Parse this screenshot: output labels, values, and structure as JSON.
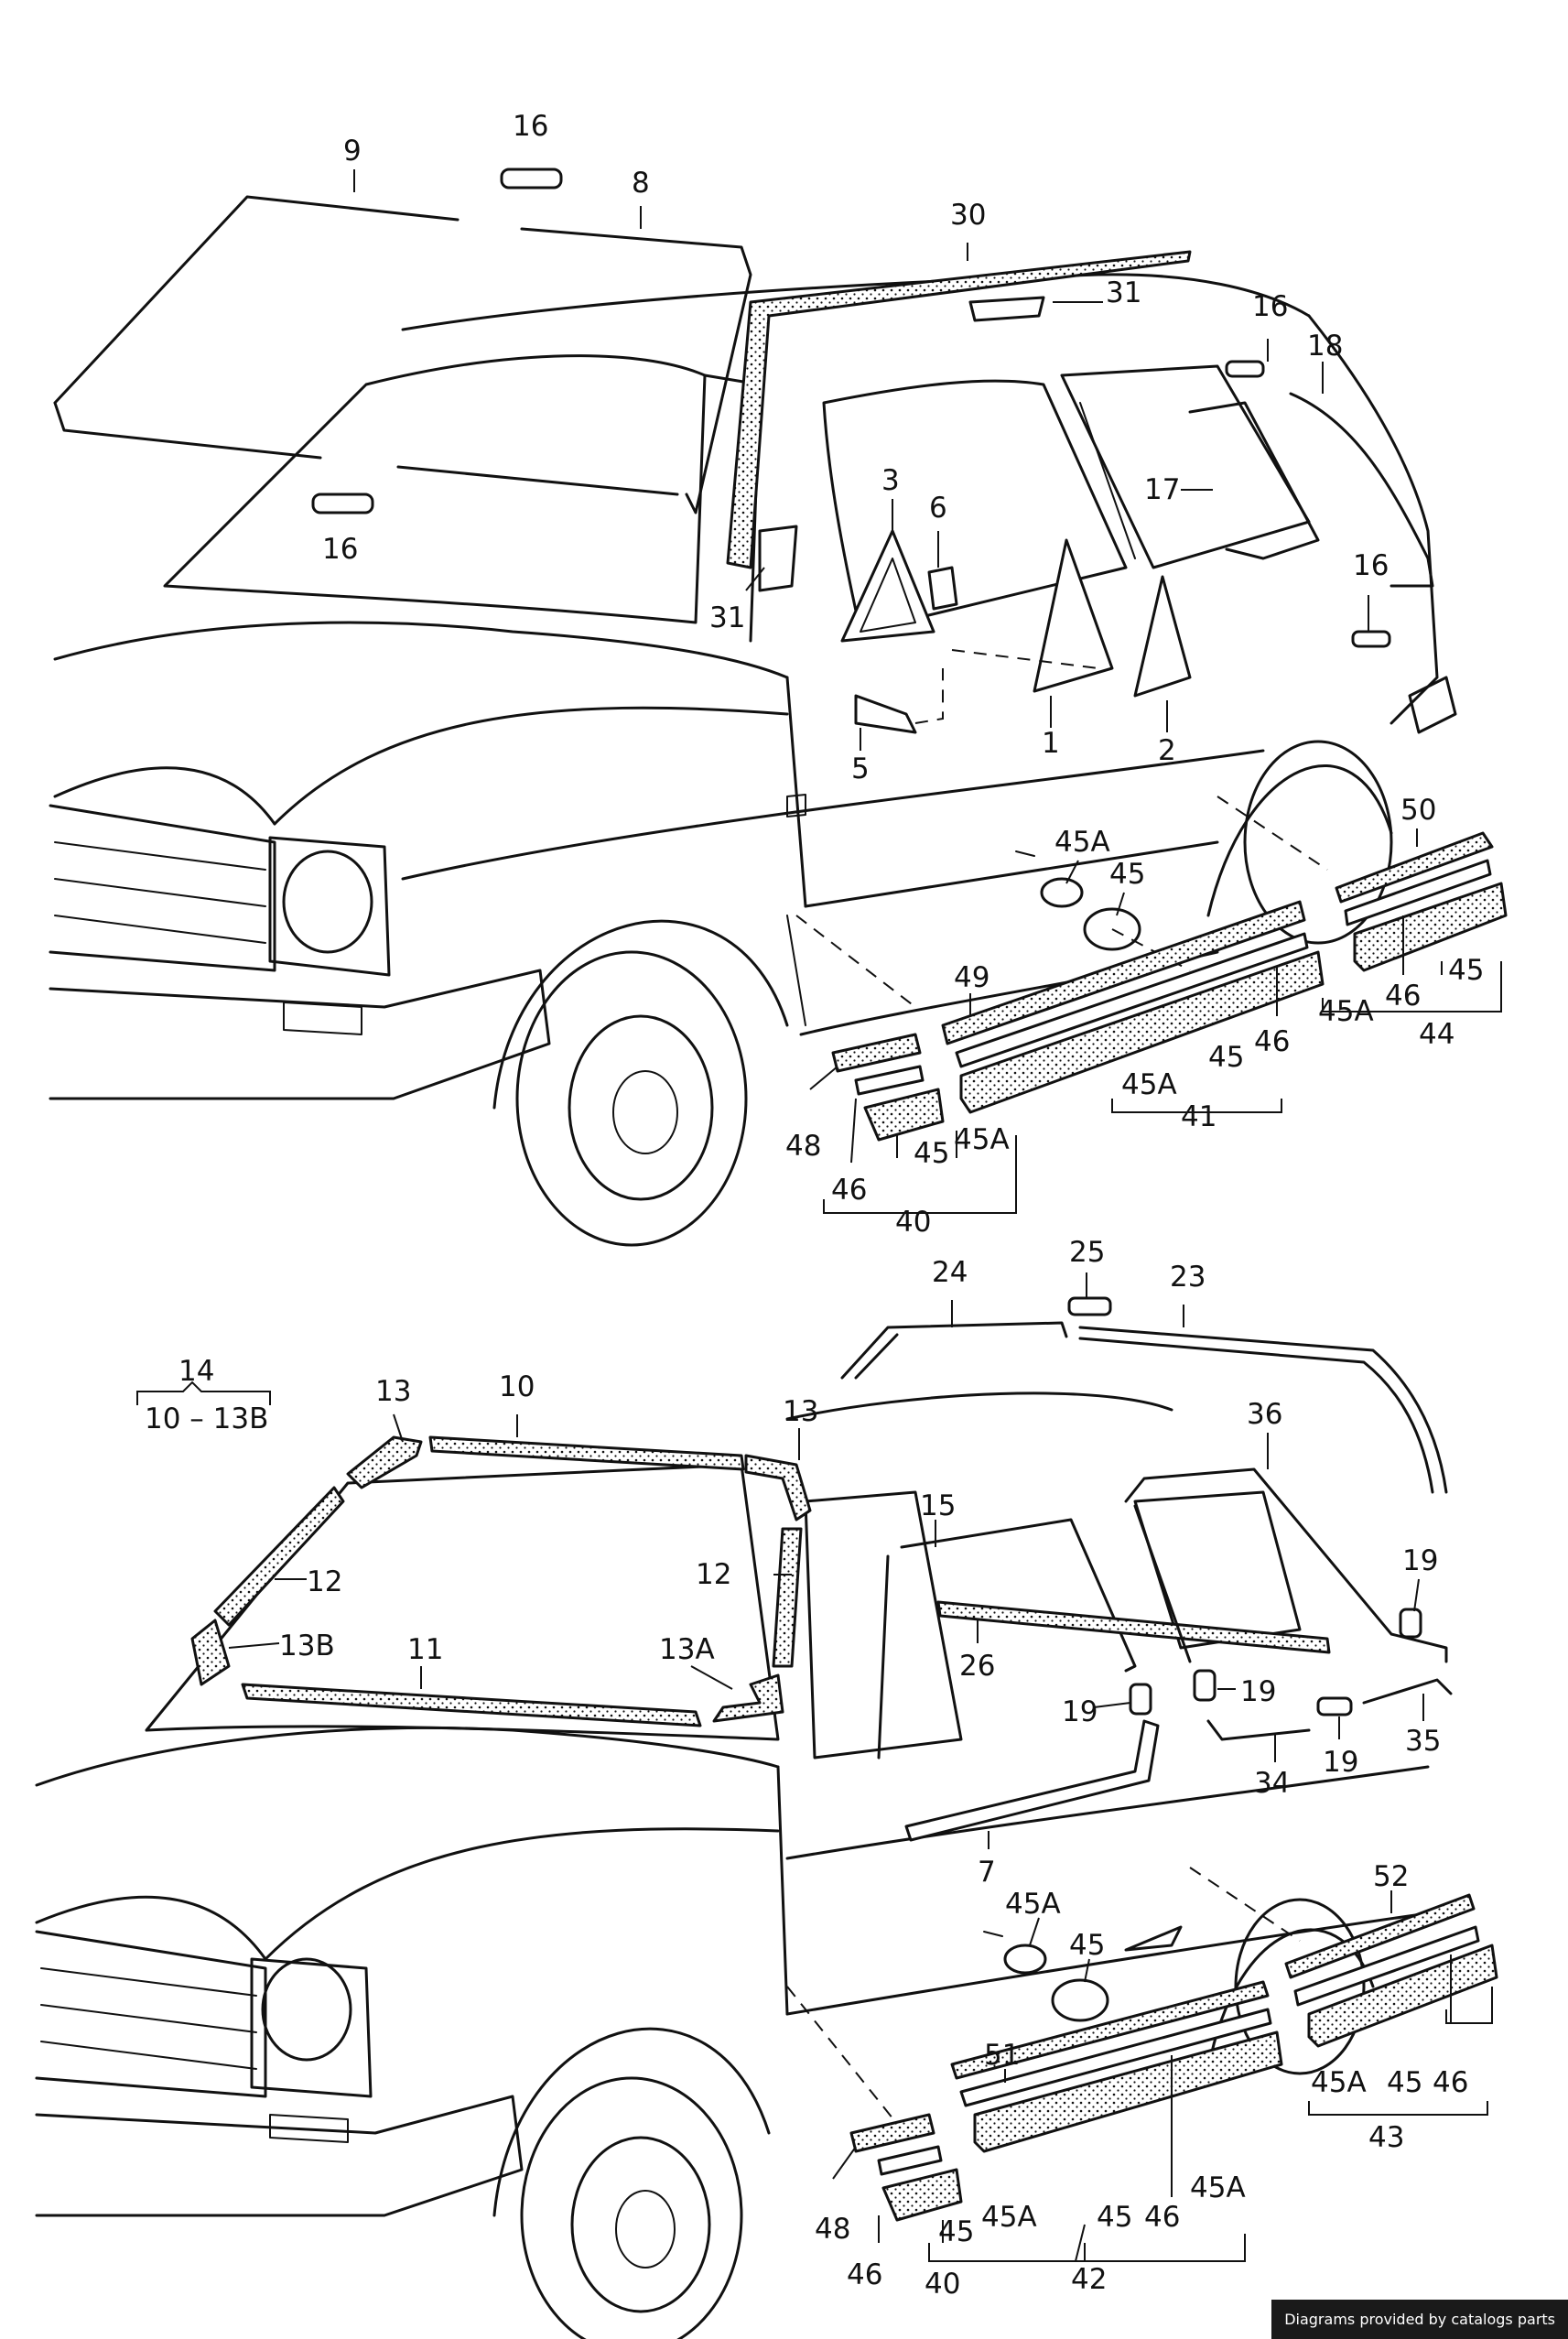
{
  "footer": {
    "credit": "Diagrams provided by catalogs parts"
  },
  "labels": {
    "l9": "9",
    "l16a": "16",
    "l8": "8",
    "l30": "30",
    "l31a": "31",
    "l16b": "16",
    "l18": "18",
    "l3": "3",
    "l6": "6",
    "l17": "17",
    "l16c": "16",
    "l16d": "16",
    "l31b": "31",
    "l1": "1",
    "l2": "2",
    "l5": "5",
    "l50": "50",
    "l45Aa": "45A",
    "l45a": "45",
    "l49": "49",
    "l46a": "46",
    "l45Ab": "45A",
    "l46b": "46",
    "l45b": "45",
    "l44": "44",
    "l45Ac": "45A",
    "l45c": "45",
    "l41": "41",
    "l48a": "48",
    "l45d": "45",
    "l45Ad": "45A",
    "l46c": "46",
    "l40a": "40",
    "l25": "25",
    "l24": "24",
    "l23": "23",
    "l14": "14",
    "l1013B": "10 – 13B",
    "l13a": "13",
    "l10": "10",
    "l13b": "13",
    "l36": "36",
    "l12a": "12",
    "l15": "15",
    "l12b": "12",
    "l13B": "13B",
    "l11": "11",
    "l13A": "13A",
    "l26": "26",
    "l19a": "19",
    "l19b": "19",
    "l19c": "19",
    "l19d": "19",
    "l35": "35",
    "l34": "34",
    "l7": "7",
    "l45Ae": "45A",
    "l45e": "45",
    "l52": "52",
    "l51": "51",
    "l45Af": "45A",
    "l45f": "45",
    "l46d": "46",
    "l43": "43",
    "l48b": "48",
    "l45g": "45",
    "l46e": "46",
    "l45Ag": "45A",
    "l42": "42",
    "l46f": "46",
    "l45h": "45",
    "l45Ah": "45A",
    "l40b": "40"
  }
}
